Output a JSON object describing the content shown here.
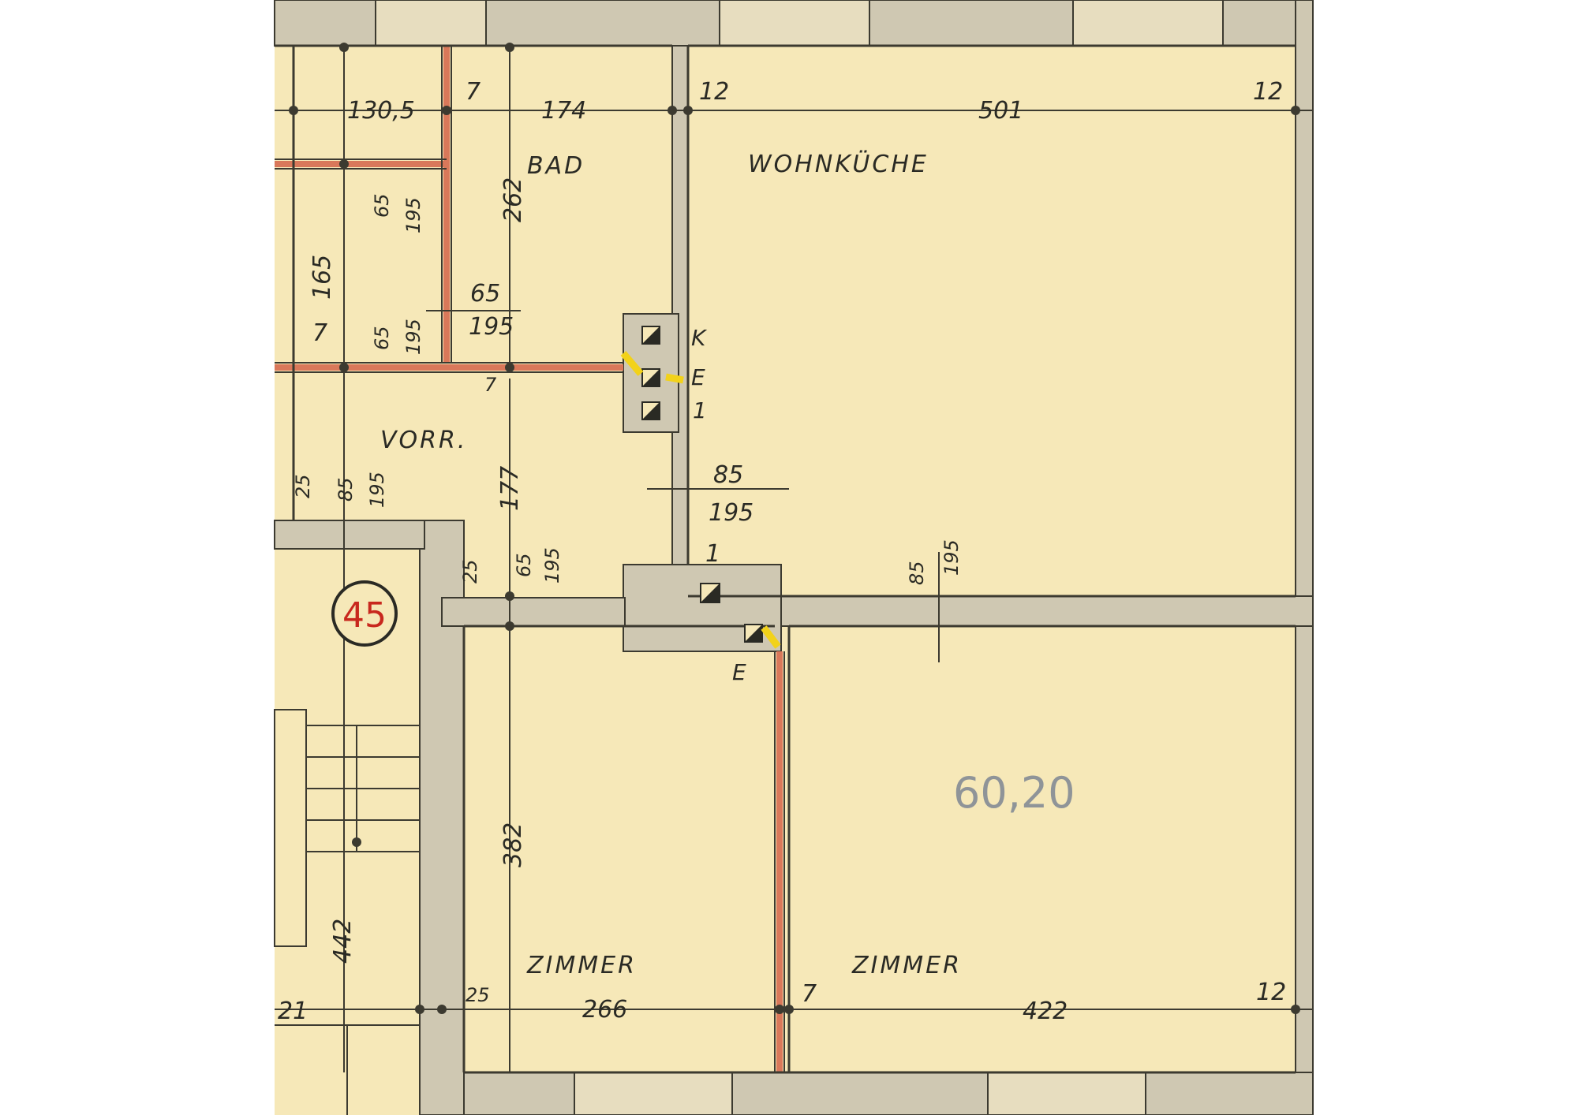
{
  "plan": {
    "rooms": {
      "bad": "BAD",
      "wohnkueche": "WOHNKÜCHE",
      "vorr": "VORR.",
      "zimmer_left": "ZIMMER",
      "zimmer_right": "ZIMMER"
    },
    "unit_number": "45",
    "area_note": "60,20",
    "dimensions": {
      "top_1305": "130,5",
      "top_7": "7",
      "top_174": "174",
      "top_12a": "12",
      "top_501": "501",
      "top_12b": "12",
      "left_165": "165",
      "left_65a": "65",
      "left_195a": "195",
      "left_262": "262",
      "left_7b": "7",
      "left_65b": "65",
      "left_195b": "195",
      "bad_door_65": "65",
      "bad_door_195": "195",
      "vorr_7": "7",
      "vorr_177": "177",
      "vorr_25": "25",
      "vorr_door_85": "85",
      "vorr_door_195": "195",
      "kitchen_door_85": "85",
      "kitchen_door_195": "195",
      "chimney_1": "1",
      "hall_25": "25",
      "hall_door_65": "65",
      "hall_door_195": "195",
      "wk_door_85": "85",
      "wk_door_195": "195",
      "zim_382": "382",
      "stair_442": "442",
      "bottom_25": "25",
      "bottom_266": "266",
      "bottom_7": "7",
      "bottom_422": "422",
      "bottom_12": "12",
      "bottom_21": "21"
    },
    "flue_letters": {
      "k": "K",
      "e1": "E",
      "one1": "1",
      "e2": "E"
    }
  },
  "colors": {
    "paper": "#f6e8b8",
    "wall": "#cfc8b2",
    "line": "#3c3a30",
    "red_wall": "#d9785a",
    "yellow_mark": "#f2d21a",
    "unit_red": "#c8281e"
  }
}
